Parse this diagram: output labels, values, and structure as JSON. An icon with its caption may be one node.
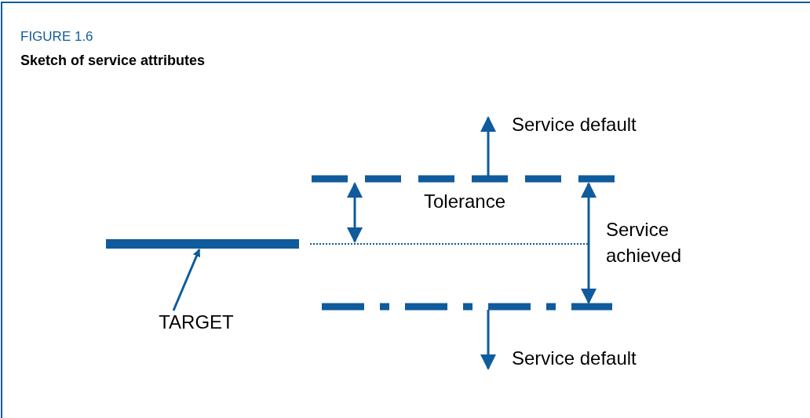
{
  "diagram": {
    "title": "Sketch of service attributes",
    "nodes": [
      {
        "text": [
          "TARGET"
        ]
      },
      {
        "text": [],
        "shape": "bar"
      }
    ],
    "edges": [
      {
        "from": 0,
        "to": 1,
        "arrow": "to"
      }
    ],
    "labels": [
      "FIGURE 1.6",
      "Service default",
      "Tolerance",
      "Service achieved",
      "Service default"
    ]
  }
}
